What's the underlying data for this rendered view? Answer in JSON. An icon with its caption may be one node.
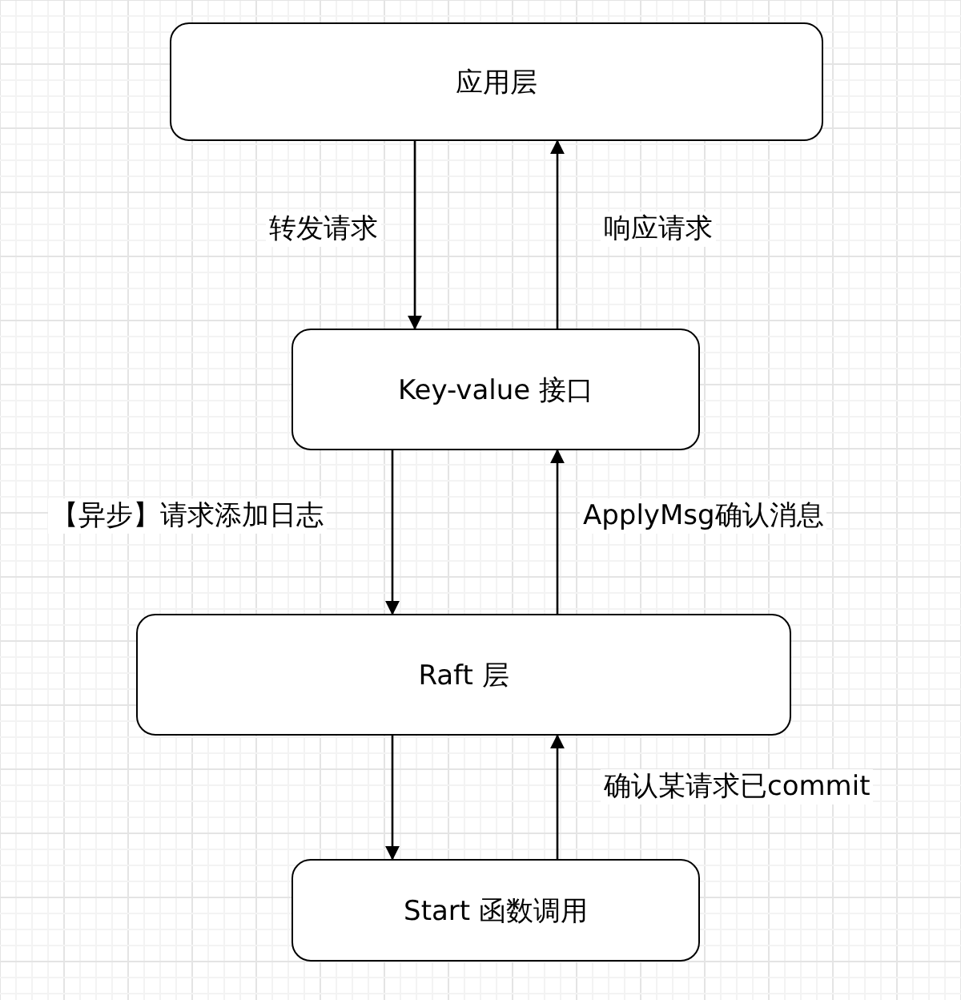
{
  "diagram": {
    "nodes": [
      {
        "text": [
          "应用层"
        ]
      },
      {
        "text": [
          "Key-value 接口"
        ]
      },
      {
        "text": [
          "Raft 层"
        ]
      },
      {
        "text": [
          "Start 函数调用"
        ]
      }
    ],
    "edges": [
      {
        "from": 0,
        "to": 1,
        "arrow": "to",
        "label": "转发请求"
      },
      {
        "from": 1,
        "to": 0,
        "arrow": "to",
        "label": "响应请求"
      },
      {
        "from": 1,
        "to": 2,
        "arrow": "to",
        "label": "【异步】请求添加日志"
      },
      {
        "from": 2,
        "to": 1,
        "arrow": "to",
        "label": "ApplyMsg确认消息"
      },
      {
        "from": 2,
        "to": 3,
        "arrow": "to"
      },
      {
        "from": 3,
        "to": 2,
        "arrow": "to",
        "label": "确认某请求已commit"
      }
    ]
  }
}
